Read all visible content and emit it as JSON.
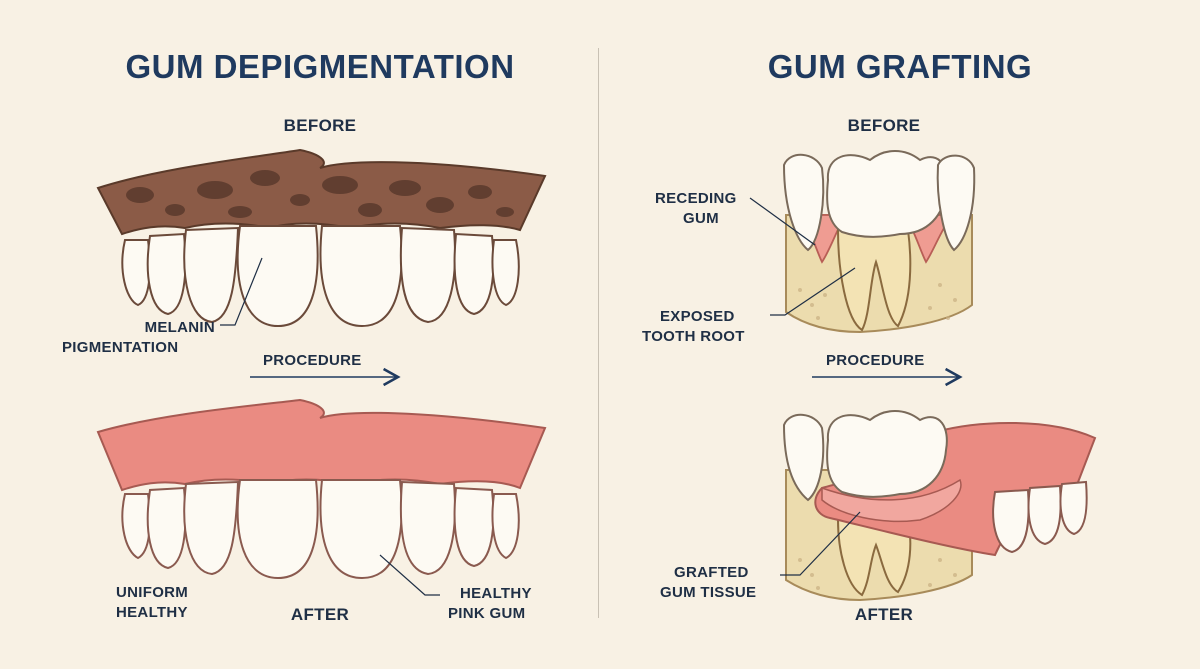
{
  "left_panel": {
    "title": "GUM DEPIGMENTATION",
    "before_label": "BEFORE",
    "after_label": "AFTER",
    "procedure_label": "PROCEDURE",
    "annotations": {
      "melanin_line1": "MELANIN",
      "melanin_line2": "PIGMENTATION",
      "uniform_line1": "UNIFORM",
      "uniform_line2": "HEALTHY",
      "healthy_line1": "HEALTHY",
      "healthy_line2": "PINK GUM"
    }
  },
  "right_panel": {
    "title": "GUM GRAFTING",
    "before_label": "BEFORE",
    "after_label": "AFTER",
    "procedure_label": "PROCEDURE",
    "annotations": {
      "receding_line1": "RECEDING",
      "receding_line2": "GUM",
      "exposed_line1": "EXPOSED",
      "exposed_line2": "TOOTH ROOT",
      "grafted_line1": "GRAFTED",
      "grafted_line2": "GUM TISSUE"
    }
  },
  "colors": {
    "background": "#f8f1e4",
    "title": "#1f3a5f",
    "pigmented_gum": "#8a5a45",
    "healthy_gum": "#e88a80",
    "tooth": "#fdfaf3",
    "bone": "#ecdcae"
  }
}
